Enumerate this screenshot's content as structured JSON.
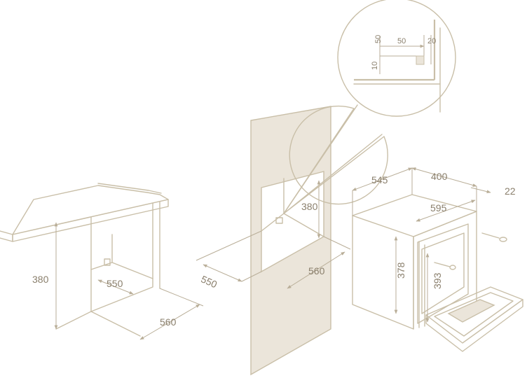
{
  "labels": {
    "left_height": "380",
    "left_depth": "550",
    "left_width": "560",
    "mid_height": "380",
    "mid_depth": "550",
    "mid_width": "560",
    "oven_depth": "545",
    "oven_top_width": "400",
    "oven_front_width": "595",
    "oven_door_thickness": "22",
    "oven_height": "378",
    "oven_inner_height": "393",
    "detail_50_vertical": "50",
    "detail_50_horizontal": "50",
    "detail_20": "20",
    "detail_10": "10"
  },
  "colors": {
    "line": "#c9bfa8",
    "panel_fill": "#ebe5da",
    "text": "#8a7f6c"
  }
}
